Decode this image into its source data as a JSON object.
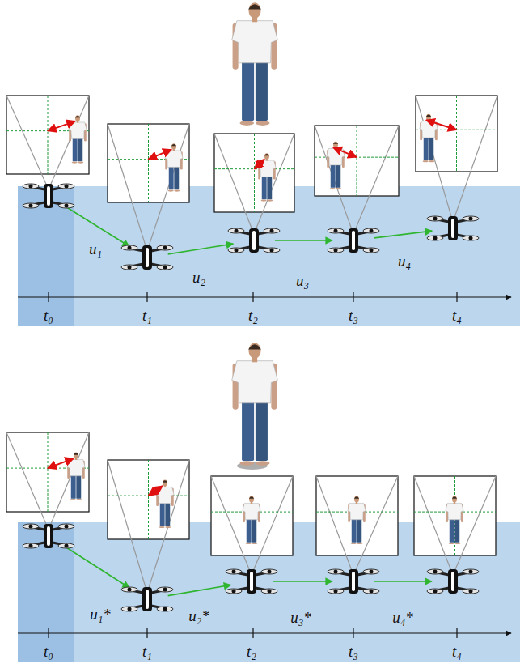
{
  "diagram": {
    "labels": [
      "t₀",
      "t₁",
      "t₂",
      "t₃",
      "t₄",
      "u₁",
      "u₂",
      "u₃",
      "u₄",
      "t₀",
      "t₁",
      "t₂",
      "t₃",
      "t₄",
      "u₁*",
      "u₂*",
      "u₃*",
      "u₄*"
    ]
  }
}
